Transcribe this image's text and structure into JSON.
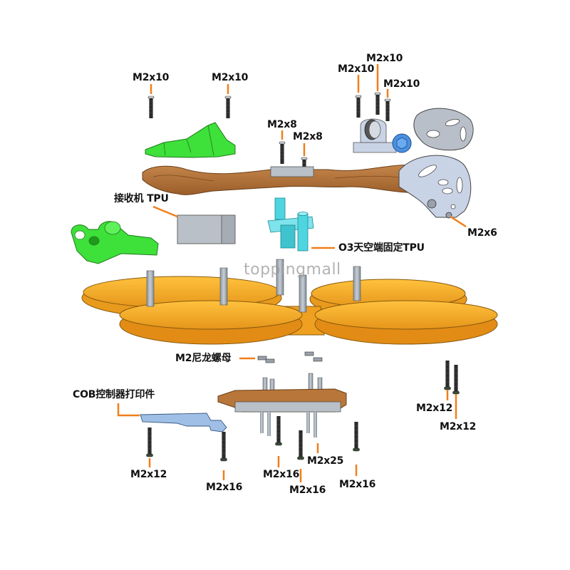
{
  "diagram": {
    "title": "Exploded assembly view",
    "watermark": "toppingmall",
    "accent_color": "#f07f1a",
    "part_colors": {
      "frame": "#b8763a",
      "ducts": "#f5a623",
      "green_mounts": "#3ee03a",
      "cyan_mount": "#4fd5e0",
      "metal": "#c9d3e6",
      "blue_cap": "#4a90e2",
      "tpu_block": "#b9c0c8"
    },
    "labels": {
      "screw_top_left_1": "M2x10",
      "screw_top_left_2": "M2x10",
      "screw_top_right_1": "M2x10",
      "screw_top_right_2": "M2x10",
      "screw_top_right_3": "M2x10",
      "screw_mid_1": "M2x8",
      "screw_mid_2": "M2x8",
      "receiver_tpu": "接收机 TPU",
      "o3_mount": "O3天空端固定TPU",
      "camera_screw": "M2x6",
      "nylon_nut": "M2尼龙螺母",
      "cob_part": "COB控制器打印件",
      "screw_bottom_left": "M2x12",
      "screw_bottom_cob": "M2x16",
      "screw_bottom_1": "M2x16",
      "screw_bottom_2": "M2x16",
      "screw_bottom_3": "M2x25",
      "screw_bottom_4": "M2x16",
      "screw_right_1": "M2x12",
      "screw_right_2": "M2x12"
    }
  }
}
